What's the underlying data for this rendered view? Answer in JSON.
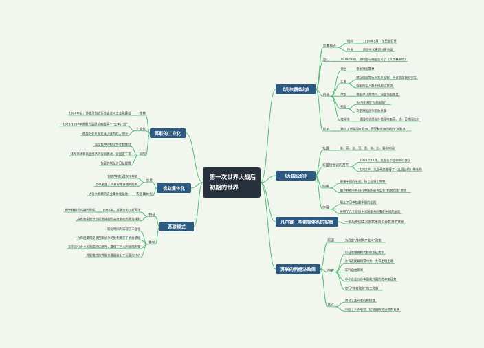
{
  "central": [
    "第一次世界大战后",
    "初期的世界"
  ],
  "right": [
    {
      "title": "《凡尔赛条约》",
      "children": [
        {
          "label": "签署和会",
          "children": [
            {
              "label": "时间",
              "children": [
                {
                  "label": "1919年1月，在巴黎召开"
                }
              ]
            },
            {
              "label": "性质",
              "children": [
                {
                  "label": "帝国主义重新分赃会议"
                }
              ]
            }
          ]
        },
        {
          "label": "签订",
          "children": [
            {
              "label": "1919年6月，协约国与德国签订了《凡尔赛条约》"
            }
          ]
        },
        {
          "label": "内容",
          "children": [
            {
              "label": "领土",
              "children": [
                {
                  "label": "重划德国疆界"
                }
              ]
            },
            {
              "label": "军事",
              "children": [
                {
                  "label": "禁止德国实行义务兵役制，不许德国拥有空军"
                },
                {
                  "label": "规定陆军人数不得超过10万"
                }
              ]
            },
            {
              "label": "政治",
              "children": [
                {
                  "label": "德国承认奥地利、波兰等国独立"
                }
              ]
            },
            {
              "label": "赔款",
              "children": [
                {
                  "label": "协约国获得“战败赔偿”"
                },
                {
                  "label": "决定德国战争赔款总额"
                }
              ]
            },
            {
              "label": "殖民地",
              "children": [
                {
                  "label": "德国的全部海外殖民地由英、法、日等国瓜分"
                }
              ]
            }
          ]
        },
        {
          "label": "影响",
          "children": [
            {
              "label": "确立了战胜国在欧洲、西亚和非洲的新的“新秩序”"
            }
          ]
        }
      ]
    },
    {
      "title": "《九国公约》",
      "children": [
        {
          "label": "九国",
          "children": [
            {
              "label": "美、英、法、日、意、荷、比、葡和中国"
            }
          ]
        },
        {
          "label": "华盛顿会议的召开",
          "children": [
            {
              "label": "1921年11月，九国在华盛顿举行会议"
            },
            {
              "label": "1922年，九国代表签署了《九国公约》等条约"
            }
          ]
        },
        {
          "label": "内容",
          "children": [
            {
              "label": "尊重中国的主权、独立与领土完整"
            },
            {
              "label": "确立并维护各国在中国的商务实业“机会均等”原则"
            }
          ]
        },
        {
          "label": "作用",
          "children": [
            {
              "label": "阻止了日本独霸中国的企图"
            },
            {
              "label": "维持了几个帝国主义国家共同支配中国的局面"
            }
          ]
        }
      ]
    },
    {
      "title": "凡尔赛—华盛顿体系的实质",
      "children": [
        {
          "label": "一战后帝国主义国家重新瓜分世界的体系"
        }
      ]
    },
    {
      "title": "苏联的新经济政策",
      "children": [
        {
          "label": "原因",
          "children": [
            {
              "label": "为改变“战时共产主义”政策"
            }
          ]
        },
        {
          "label": "内容",
          "children": [
            {
              "label": "以征收粮食税代替余粮征集制"
            },
            {
              "label": "允许农民雇佣劳动力、允许出租土地"
            },
            {
              "label": "实行自由贸易"
            },
            {
              "label": "中小企业允许本国和外国的资本家经营"
            },
            {
              "label": "实行“按劳取酬”的工资制"
            }
          ]
        },
        {
          "label": "意义",
          "children": [
            {
              "label": "调动了生产者的积极性"
            },
            {
              "label": "巩固了工农联盟、促使国民经济稳步发展"
            }
          ]
        }
      ]
    }
  ],
  "left": [
    {
      "title": "苏联的工业化",
      "children": [
        {
          "label": "背景",
          "children": [
            {
              "label": "1926年起，苏联开始进行社会主义工业化建设"
            }
          ]
        },
        {
          "label": "工业化",
          "children": [
            {
              "label": "1928-1937年苏联先后提前完成两个“五年计划”"
            },
            {
              "label": "基本的农业国变成了强大的工业国"
            }
          ]
        },
        {
          "label": "局限",
          "children": [
            {
              "label": "高度集中的指令性计划体制"
            },
            {
              "label": "排斥市场和商品经济的发展模式，被固定下来"
            },
            {
              "label": "恢复苏联经济日益缓慢"
            }
          ]
        }
      ]
    },
    {
      "title": "农业集体化",
      "children": [
        {
          "label": "背景",
          "children": [
            {
              "label": "1927年底至1928年初"
            },
            {
              "label": "苏联发生了严重的粮食收购危机"
            }
          ]
        },
        {
          "label": "农业集体化",
          "children": [
            {
              "label": "进行大规模的农业集体化运动"
            }
          ]
        }
      ]
    },
    {
      "title": "苏联模式",
      "children": [
        {
          "label": "特征",
          "children": [
            {
              "label": "1936年，苏联公布了新宪法",
              "children": [
                {
                  "label": "斯大林模式体制的形成"
                }
              ]
            },
            {
              "label": "高度集中的计划经济体制和高度集权的政治体制"
            }
          ]
        },
        {
          "label": "影响",
          "children": [
            {
              "label": "较短时间内实现了工业化"
            },
            {
              "label": "为日后赢得反法西斯战争的胜利奠定了物质基础"
            },
            {
              "label": "显示出社会主义制度的优越性，赢得了巨大的国际声誉"
            },
            {
              "label": "苏联模式的弊端也暴露给出了沉重的代价"
            }
          ]
        }
      ]
    }
  ],
  "colors": {
    "background": "#f1f6ef",
    "central_fill": "#27313b",
    "main_fill": "#2d5a80",
    "line": "#58b978"
  }
}
